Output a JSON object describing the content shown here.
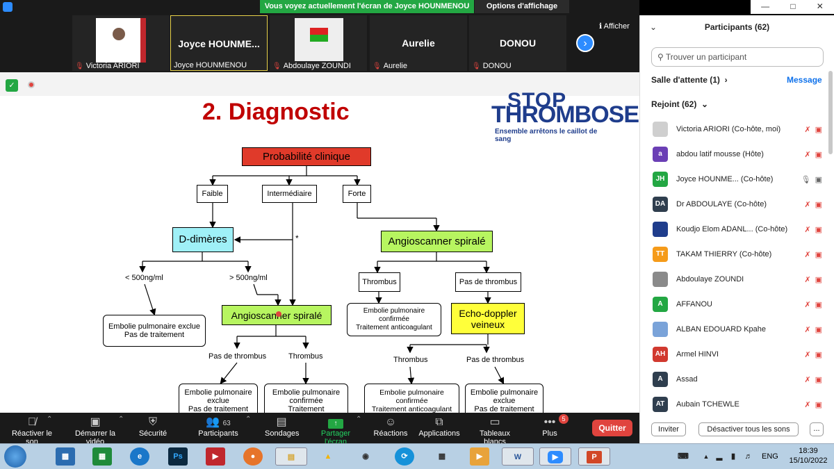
{
  "window": {
    "share_banner": "Vous voyez actuellement l'écran de Joyce HOUNMENOU",
    "view_options": "Options d'affichage"
  },
  "strip": {
    "thumbs": [
      {
        "name": "",
        "label": "Victoria ARIORI"
      },
      {
        "name": "Joyce  HOUNME...",
        "label": "Joyce HOUNMENOU"
      },
      {
        "name": "",
        "label": "Abdoulaye ZOUNDI"
      },
      {
        "name": "Aurelie",
        "label": "Aurelie"
      },
      {
        "name": "DONOU",
        "label": "DONOU"
      }
    ],
    "show_label": "Afficher"
  },
  "slide": {
    "title": "2. Diagnostic",
    "logo_top": "STOP",
    "logo_mid": "THROMBOSE",
    "logo_sub": "Ensemble arrêtons le caillot de sang",
    "clinical_probability": "Probabilité clinique",
    "low": "Faible",
    "intermediate": "Intermédiaire",
    "high": "Forte",
    "d_dimers": "D-dimères",
    "asterisk": "*",
    "angio_right": "Angioscanner spiralé",
    "lt_500": "< 500ng/ml",
    "gt_500": "> 500ng/ml",
    "thrombus": "Thrombus",
    "no_thrombus": "Pas de thrombus",
    "pe_excluded_no_treatment": "Embolie pulmonaire exclue\nPas de traitement",
    "angio_center": "Angioscanner spiralé",
    "pe_confirmed_treatment": "Embolie pulmonaire\nconfirmée\nTraitement anticoagulant",
    "echo_doppler": "Echo-doppler\nveineux",
    "bottom_no_thrombus_1": "Pas de thrombus",
    "bottom_thrombus_1": "Thrombus",
    "bottom_thrombus_2": "Thrombus",
    "bottom_no_thrombus_2": "Pas de thrombus",
    "box_excl_1": "Embolie pulmonaire\nexclue\nPas de traitement",
    "box_conf_1": "Embolie pulmonaire\nconfirmée\nTraitement",
    "box_conf_2": "Embolie pulmonaire\nconfirmée\nTraitement anticoagulant",
    "box_excl_2": "Embolie pulmonaire\nexclue\nPas de traitement"
  },
  "toolbar": {
    "unmute": "Réactiver le son",
    "start_video": "Démarrer la vidéo",
    "security": "Sécurité",
    "participants": "Participants",
    "participants_count": "63",
    "polls": "Sondages",
    "share_screen": "Partager l'écran",
    "reactions": "Réactions",
    "apps": "Applications",
    "whiteboards": "Tableaux blancs",
    "more": "Plus",
    "more_badge": "5",
    "leave": "Quitter"
  },
  "panel": {
    "title": "Participants (62)",
    "search_placeholder": "Trouver un participant",
    "waiting_room": "Salle d'attente (1)",
    "message": "Message",
    "joined": "Rejoint (62)",
    "participants": [
      {
        "initials": "",
        "name": "Victoria ARIORI (Co-hôte, moi)",
        "color": "#cfcfcf"
      },
      {
        "initials": "a",
        "name": "abdou latif mousse (Hôte)",
        "color": "#6b3fb5"
      },
      {
        "initials": "JH",
        "name": "Joyce HOUNME...   (Co-hôte)",
        "color": "#23a743"
      },
      {
        "initials": "DA",
        "name": "Dr ABDOULAYE (Co-hôte)",
        "color": "#2f3e4e"
      },
      {
        "initials": "",
        "name": "Koudjo Elom ADANL...   (Co-hôte)",
        "color": "#1f3d8c"
      },
      {
        "initials": "TT",
        "name": "TAKAM THIERRY (Co-hôte)",
        "color": "#f59b1a"
      },
      {
        "initials": "",
        "name": "Abdoulaye ZOUNDI",
        "color": "#8a8a8a"
      },
      {
        "initials": "A",
        "name": "AFFANOU",
        "color": "#23a743"
      },
      {
        "initials": "",
        "name": "ALBAN EDOUARD Kpahe",
        "color": "#7aa3d9"
      },
      {
        "initials": "AH",
        "name": "Armel HINVI",
        "color": "#d1392f"
      },
      {
        "initials": "A",
        "name": "Assad",
        "color": "#2f3e4e"
      },
      {
        "initials": "AT",
        "name": "Aubain TCHEWLE",
        "color": "#2f3e4e"
      }
    ],
    "invite": "Inviter",
    "mute_all": "Désactiver tous les sons",
    "more": "..."
  },
  "taskbar": {
    "lang": "ENG",
    "time": "18:39",
    "date": "15/10/2022"
  }
}
